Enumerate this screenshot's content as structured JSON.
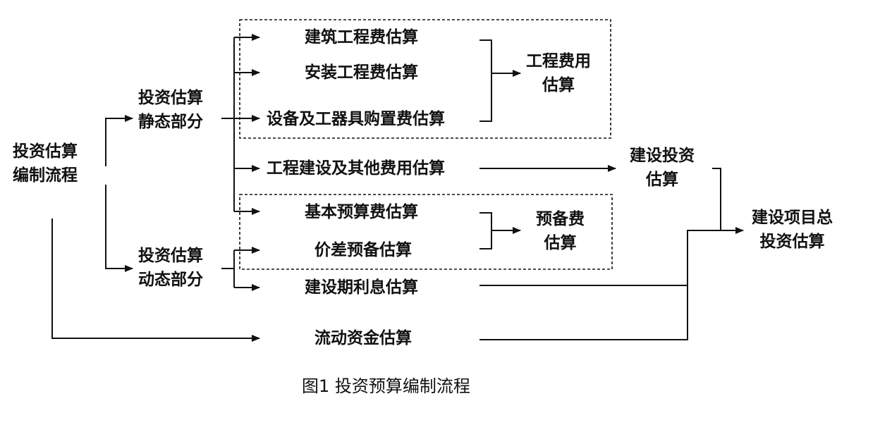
{
  "root": [
    "投资估算",
    "编制流程"
  ],
  "static_part": [
    "投资估算",
    "静态部分"
  ],
  "dynamic_part": [
    "投资估算",
    "动态部分"
  ],
  "items": {
    "construction_eng": "建筑工程费估算",
    "install_eng": "安装工程费估算",
    "equipment": "设备及工器具购置费估算",
    "other_cost": "工程建设及其他费用估算",
    "basic_reserve": "基本预算费估算",
    "price_reserve": "价差预备估算",
    "interest": "建设期利息估算",
    "working_capital": "流动资金估算"
  },
  "groups": {
    "engineering": [
      "工程费用",
      "估算"
    ],
    "reserve": [
      "预备费",
      "估算"
    ],
    "construction_invest": [
      "建设投资",
      "估算"
    ],
    "total": [
      "建设项目总",
      "投资估算"
    ]
  },
  "caption": "图1    投资预算编制流程"
}
